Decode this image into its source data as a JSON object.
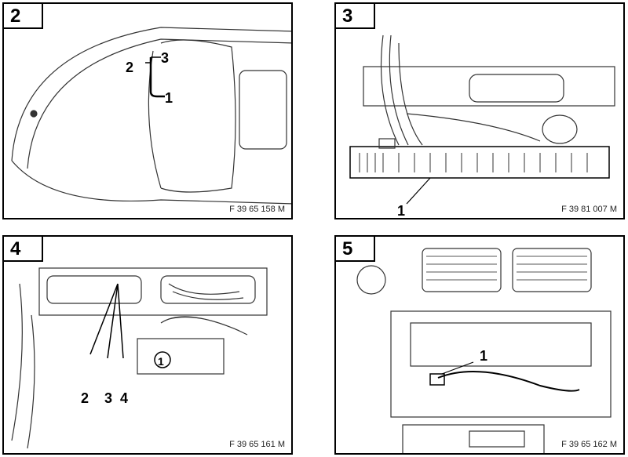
{
  "panels": [
    {
      "number": "2",
      "caption": "F 39 65 158 M",
      "callouts": [
        "2",
        "3",
        "1"
      ]
    },
    {
      "number": "3",
      "caption": "F 39 81 007 M",
      "callouts": [
        "1"
      ]
    },
    {
      "number": "4",
      "caption": "F 39 65 161 M",
      "callouts": [
        "1",
        "2",
        "3",
        "4"
      ]
    },
    {
      "number": "5",
      "caption": "F 39 65 162 M",
      "callouts": [
        "1"
      ]
    }
  ]
}
